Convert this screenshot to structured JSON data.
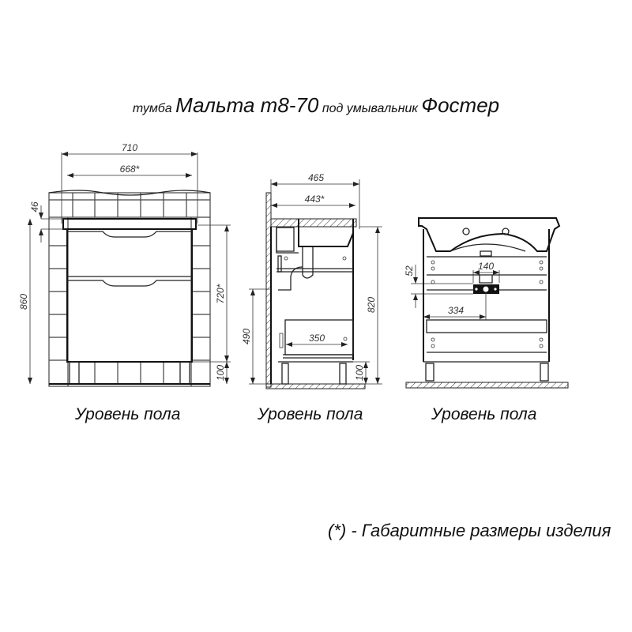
{
  "title": {
    "prefix": "тумба",
    "model": "Мальта т8-70",
    "middle": "под умывальник",
    "sink": "Фостер"
  },
  "views": {
    "front": {
      "dims": {
        "overall_width": "710",
        "body_width": "668*",
        "top_thickness": "46",
        "total_height": "860",
        "body_height": "720*",
        "leg_height": "100"
      },
      "floor_label": "Уровень пола"
    },
    "side": {
      "dims": {
        "overall_depth": "465",
        "body_depth": "443*",
        "total_height": "820",
        "drain_height": "490",
        "shelf_depth": "350",
        "leg_height": "100"
      },
      "floor_label": "Уровень пола"
    },
    "back": {
      "dims": {
        "drain_offset": "52",
        "bracket_width": "140",
        "drain_center": "334"
      },
      "floor_label": "Уровень пола"
    }
  },
  "footnote": "(*) - Габаритные размеры изделия",
  "colors": {
    "line": "#222222",
    "background": "#ffffff"
  }
}
